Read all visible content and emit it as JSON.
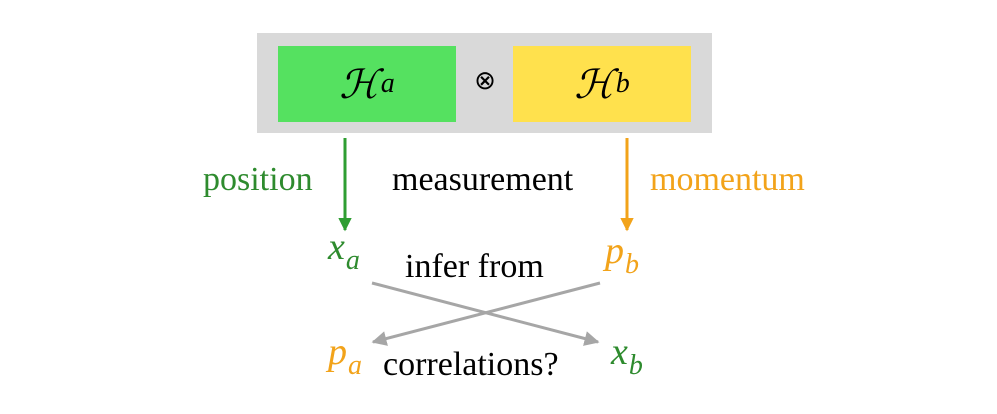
{
  "hilbert": {
    "a": {
      "symbol": "ℋ",
      "sub": "a"
    },
    "b": {
      "symbol": "ℋ",
      "sub": "b"
    },
    "tensor": "⊗"
  },
  "labels": {
    "position": "position",
    "measurement": "measurement",
    "momentum": "momentum",
    "infer_from": "infer from",
    "correlations": "correlations?"
  },
  "variables": {
    "xa": {
      "base": "x",
      "sub": "a"
    },
    "pb": {
      "base": "p",
      "sub": "b"
    },
    "pa": {
      "base": "p",
      "sub": "a"
    },
    "xb": {
      "base": "x",
      "sub": "b"
    }
  },
  "colors": {
    "green_box": "#55e160",
    "yellow_box": "#ffe14d",
    "frame": "#d9d9d9",
    "green_text": "#2e8b2e",
    "orange_text": "#f2a31a",
    "grey_arrow": "#a6a6a6"
  }
}
